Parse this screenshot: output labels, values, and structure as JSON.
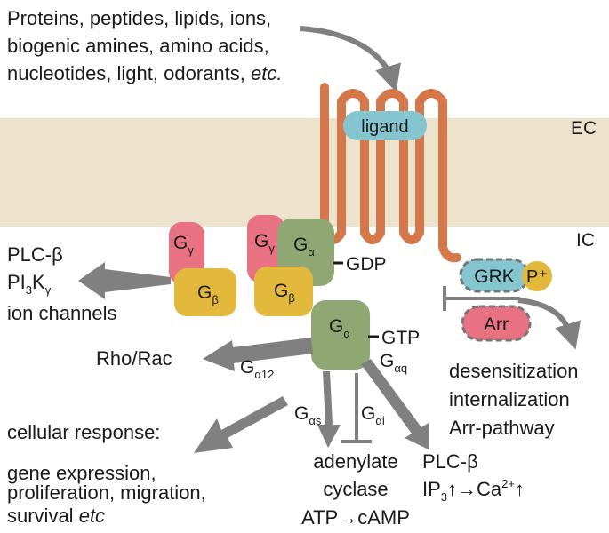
{
  "ligands": {
    "line1": "Proteins, peptides, lipids, ions,",
    "line2": "biogenic amines, amino acids,",
    "line3": "nucleotides, light, odorants,",
    "line3_em": "etc."
  },
  "membrane": {
    "outside": "EC",
    "inside": "IC"
  },
  "receptor": {
    "ligand": "ligand"
  },
  "g_protein": {
    "gamma_letter": "G",
    "gamma_sub": "γ",
    "beta_letter": "G",
    "beta_sub": "β",
    "alpha_letter": "G",
    "alpha_sub": "α",
    "gdp": "GDP",
    "gtp": "GTP"
  },
  "beta_gamma_effectors": {
    "line1": "PLC-β",
    "line2_a": "PI",
    "line2_sub1": "3",
    "line2_b": "K",
    "line2_sub2": "γ",
    "line3": "ion channels"
  },
  "pathways": {
    "g12_letter": "G",
    "g12_sub": "α12",
    "rho_rac": "Rho/Rac",
    "gq_letter": "G",
    "gq_sub": "αq",
    "gs_letter": "G",
    "gs_sub": "αs",
    "gi_letter": "G",
    "gi_sub": "αi"
  },
  "adenylate": {
    "line1": "adenylate",
    "line2": "cyclase",
    "line3": "ATP→cAMP"
  },
  "plc": {
    "line1": "PLC-β",
    "line2_a": "IP",
    "line2_sub": "3",
    "line2_b": "↑→Ca",
    "line2_sup": "2+",
    "line2_c": "↑"
  },
  "cellular": {
    "title": "cellular response:",
    "line1": "gene expression,",
    "line2": "proliferation, migration,",
    "line3_a": "survival",
    "line3_em": "etc"
  },
  "regulation": {
    "grk": "GRK",
    "phospho": "P⁺",
    "arr": "Arr",
    "line1": "desensitization",
    "line2": "internalization",
    "line3": "Arr-pathway"
  },
  "colors": {
    "membrane": "#ede3cc",
    "receptor": "#d6774a",
    "ligand": "#84c5cf",
    "gamma": "#e87182",
    "beta": "#e2b83d",
    "alpha": "#8fa873",
    "arrow": "#808080",
    "arr": "#e87182",
    "phospho": "#e2b83d"
  }
}
